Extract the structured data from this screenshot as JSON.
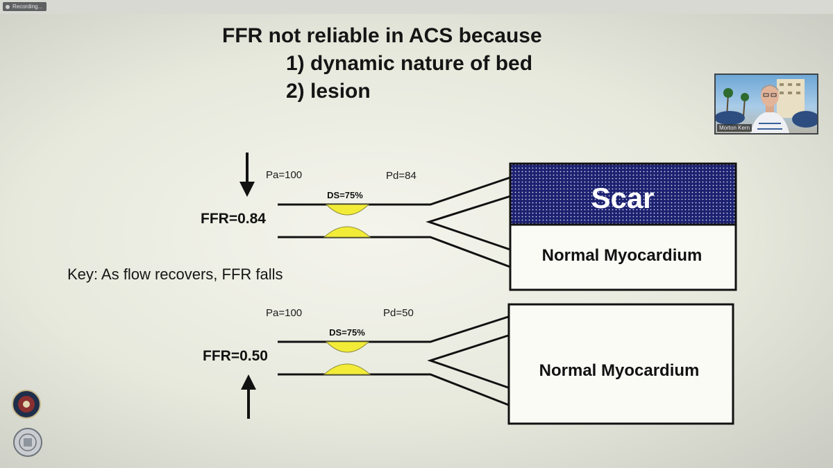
{
  "recording": {
    "label": "Recording..."
  },
  "slide": {
    "title_line1": "FFR not reliable in ACS because",
    "title_line2": "1) dynamic nature of bed",
    "title_line3": "2) lesion",
    "key_text": "Key:  As flow recovers, FFR falls",
    "top_diagram": {
      "pa": "Pa=100",
      "pd": "Pd=84",
      "ds": "DS=75%",
      "ffr": "FFR=0.84",
      "scar": "Scar",
      "myocardium": "Normal Myocardium"
    },
    "bottom_diagram": {
      "pa": "Pa=100",
      "pd": "Pd=50",
      "ds": "DS=75%",
      "ffr": "FFR=0.50",
      "myocardium": "Normal Myocardium"
    }
  },
  "video": {
    "participant_name": "Morton Kern"
  },
  "colors": {
    "stenosis_fill": "#f2ec38",
    "scar_fill": "#1c2170",
    "text": "#151515"
  }
}
